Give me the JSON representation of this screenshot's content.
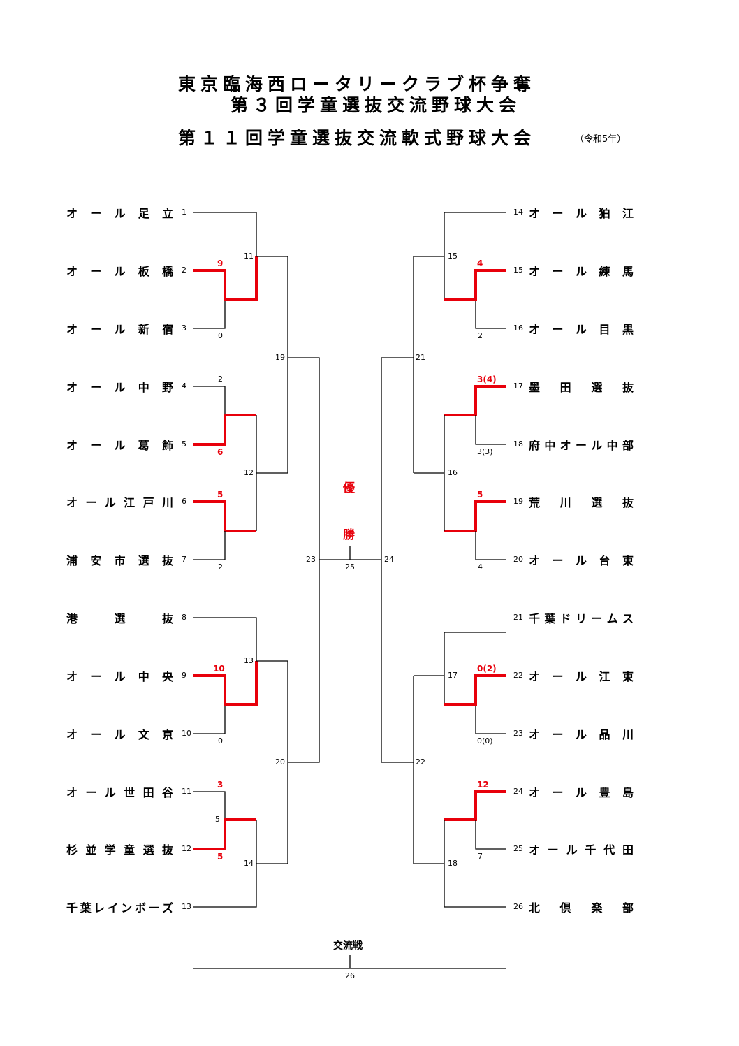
{
  "header": {
    "title_line1": "東京臨海西ロータリークラブ杯争奪",
    "title_line2": "第３回学童選抜交流野球大会",
    "title_line3": "第１１回学童選抜交流軟式野球大会",
    "year_note": "（令和5年）"
  },
  "colors": {
    "winner": "#e8000b",
    "line": "#000000"
  },
  "teams_left": [
    {
      "seed": "1",
      "name": "オール足立"
    },
    {
      "seed": "2",
      "name": "オール板橋"
    },
    {
      "seed": "3",
      "name": "オール新宿"
    },
    {
      "seed": "4",
      "name": "オール中野"
    },
    {
      "seed": "5",
      "name": "オール葛飾"
    },
    {
      "seed": "6",
      "name": "オール江戸川"
    },
    {
      "seed": "7",
      "name": "浦安市選抜"
    },
    {
      "seed": "8",
      "name": "港選抜"
    },
    {
      "seed": "9",
      "name": "オール中央"
    },
    {
      "seed": "10",
      "name": "オール文京"
    },
    {
      "seed": "11",
      "name": "オール世田谷"
    },
    {
      "seed": "12",
      "name": "杉並学童選抜"
    },
    {
      "seed": "13",
      "name": "千葉レインボーズ"
    }
  ],
  "teams_right": [
    {
      "seed": "14",
      "name": "オール狛江"
    },
    {
      "seed": "15",
      "name": "オール練馬"
    },
    {
      "seed": "16",
      "name": "オール目黒"
    },
    {
      "seed": "17",
      "name": "墨田選抜"
    },
    {
      "seed": "18",
      "name": "府中オール中部"
    },
    {
      "seed": "19",
      "name": "荒川選抜"
    },
    {
      "seed": "20",
      "name": "オール台東"
    },
    {
      "seed": "21",
      "name": "千葉ドリームス"
    },
    {
      "seed": "22",
      "name": "オール江東"
    },
    {
      "seed": "23",
      "name": "オール品川"
    },
    {
      "seed": "24",
      "name": "オール豊島"
    },
    {
      "seed": "25",
      "name": "オール千代田"
    },
    {
      "seed": "26",
      "name": "北倶楽部"
    }
  ],
  "matches": [
    {
      "no": "1",
      "team_a": "オール板橋",
      "score_a": "9",
      "team_b": "オール新宿",
      "score_b": "0",
      "winner": "オール板橋"
    },
    {
      "no": "2",
      "team_a": "オール中野",
      "score_a": "2",
      "team_b": "オール葛飾",
      "score_b": "6",
      "winner": "オール葛飾"
    },
    {
      "no": "3",
      "team_a": "オール江戸川",
      "score_a": "5",
      "team_b": "浦安市選抜",
      "score_b": "2",
      "winner": "オール江戸川"
    },
    {
      "no": "4",
      "team_a": "オール中央",
      "score_a": "10",
      "team_b": "オール文京",
      "score_b": "0",
      "winner": "オール中央"
    },
    {
      "no": "5",
      "team_a": "オール世田谷",
      "score_a": "3",
      "team_b": "杉並学童選抜",
      "score_b": "5",
      "winner": "杉並学童選抜"
    },
    {
      "no": "6",
      "team_a": "オール練馬",
      "score_a": "4",
      "team_b": "オール目黒",
      "score_b": "2",
      "winner": "オール練馬"
    },
    {
      "no": "7",
      "team_a": "墨田選抜",
      "score_a": "3(4)",
      "team_b": "府中オール中部",
      "score_b": "3(3)",
      "winner": "墨田選抜"
    },
    {
      "no": "8",
      "team_a": "荒川選抜",
      "score_a": "5",
      "team_b": "オール台東",
      "score_b": "4",
      "winner": "荒川選抜"
    },
    {
      "no": "9",
      "team_a": "オール江東",
      "score_a": "0(2)",
      "team_b": "オール品川",
      "score_b": "0(0)",
      "winner": "オール江東"
    },
    {
      "no": "10",
      "team_a": "オール豊島",
      "score_a": "12",
      "team_b": "オール千代田",
      "score_b": "7",
      "winner": "オール豊島"
    }
  ],
  "labels": {
    "m5": "5",
    "m11": "11",
    "m12": "12",
    "m13": "13",
    "m14": "14",
    "m15": "15",
    "m16": "16",
    "m17": "17",
    "m18": "18",
    "m19": "19",
    "m20": "20",
    "m21": "21",
    "m22": "22",
    "m23": "23",
    "m24": "24",
    "m25": "25",
    "m26": "26"
  },
  "final": {
    "champion_char1": "優",
    "champion_char2": "勝"
  },
  "exchange": {
    "label": "交流戦",
    "match_no": "26"
  }
}
